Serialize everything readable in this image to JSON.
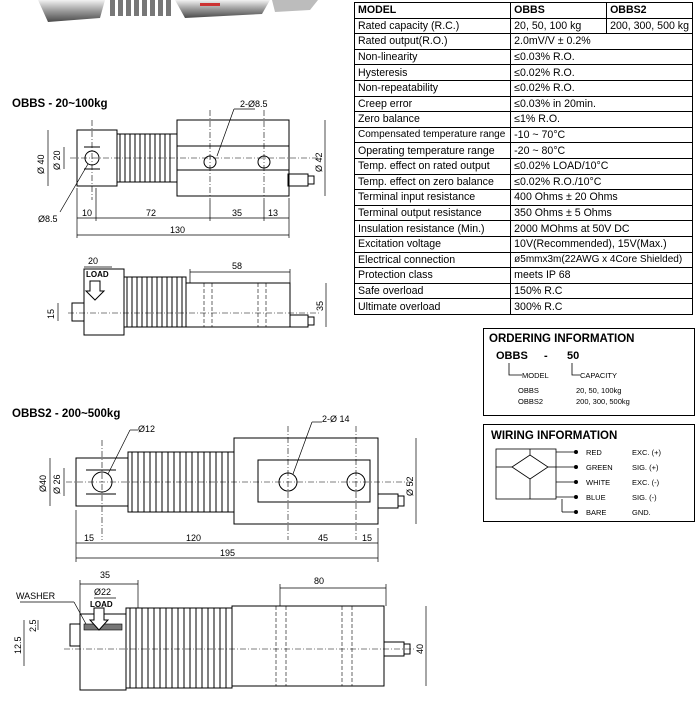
{
  "spec_table": {
    "headers": [
      "MODEL",
      "OBBS",
      "OBBS2"
    ],
    "rows": [
      {
        "label": "Rated capacity (R.C.)",
        "obbs": "20, 50, 100 kg",
        "obbs2": "200, 300, 500 kg"
      },
      {
        "label": "Rated output(R.O.)",
        "value": "2.0mV/V ± 0.2%"
      },
      {
        "label": "Non-linearity",
        "value": "≤0.03% R.O."
      },
      {
        "label": "Hysteresis",
        "value": "≤0.02% R.O."
      },
      {
        "label": "Non-repeatability",
        "value": "≤0.02% R.O."
      },
      {
        "label": "Creep error",
        "value": "≤0.03% in 20min."
      },
      {
        "label": "Zero balance",
        "value": "≤1% R.O."
      },
      {
        "label": "Compensated temperature range",
        "value": "-10 ~ 70°C"
      },
      {
        "label": "Operating temperature range",
        "value": "-20 ~ 80°C"
      },
      {
        "label": "Temp. effect on rated output",
        "value": "≤0.02% LOAD/10°C"
      },
      {
        "label": "Temp. effect on zero balance",
        "value": "≤0.02% R.O./10°C"
      },
      {
        "label": "Terminal input resistance",
        "value": "400 Ohms ± 20 Ohms"
      },
      {
        "label": "Terminal output resistance",
        "value": "350 Ohms ± 5 Ohms"
      },
      {
        "label": "Insulation resistance (Min.)",
        "value": "2000 MOhms at 50V DC"
      },
      {
        "label": "Excitation voltage",
        "value": "10V(Recommended), 15V(Max.)"
      },
      {
        "label": "Electrical connection",
        "value": "ø5mmx3m(22AWG x 4Core Shielded)"
      },
      {
        "label": "Protection class",
        "value": "meets IP 68"
      },
      {
        "label": "Safe overload",
        "value": "150% R.C"
      },
      {
        "label": "Ultimate overload",
        "value": "300% R.C"
      }
    ]
  },
  "drawings": {
    "obbs": {
      "title": "OBBS - 20~100kg",
      "top": {
        "hole_callout": "2-Ø8.5",
        "d40": "Ø 40",
        "d20": "Ø 20",
        "d8_5": "Ø8.5",
        "h42": "Ø 42",
        "dims": [
          "10",
          "72",
          "35",
          "13"
        ],
        "total": "130"
      },
      "side": {
        "d20": "20",
        "load": "LOAD",
        "d58": "58",
        "d15": "15",
        "d35": "35"
      }
    },
    "obbs2": {
      "title": "OBBS2 - 200~500kg",
      "top": {
        "d12": "Ø12",
        "hole_callout": "2-Ø 14",
        "d40": "Ø40",
        "d26": "Ø 26",
        "d52": "Ø 52",
        "dims": [
          "15",
          "120",
          "45",
          "15"
        ],
        "total": "195"
      },
      "side": {
        "d35": "35",
        "d80": "80",
        "washer": "WASHER",
        "d22": "Ø22",
        "load": "LOAD",
        "d2_5": "2.5",
        "d12_5": "12.5",
        "d40": "40"
      }
    }
  },
  "ordering": {
    "title": "ORDERING INFORMATION",
    "model": "OBBS",
    "dash": "-",
    "capacity": "50",
    "model_label": "MODEL",
    "capacity_label": "CAPACITY",
    "rows": [
      {
        "model": "OBBS",
        "capacity": "20, 50, 100kg"
      },
      {
        "model": "OBBS2",
        "capacity": "200, 300, 500kg"
      }
    ]
  },
  "wiring": {
    "title": "WIRING INFORMATION",
    "wires": [
      {
        "color": "RED",
        "signal": "EXC. (+)"
      },
      {
        "color": "GREEN",
        "signal": "SIG. (+)"
      },
      {
        "color": "WHITE",
        "signal": "EXC. (-)"
      },
      {
        "color": "BLUE",
        "signal": "SIG. (-)"
      },
      {
        "color": "BARE",
        "signal": "GND."
      }
    ]
  }
}
